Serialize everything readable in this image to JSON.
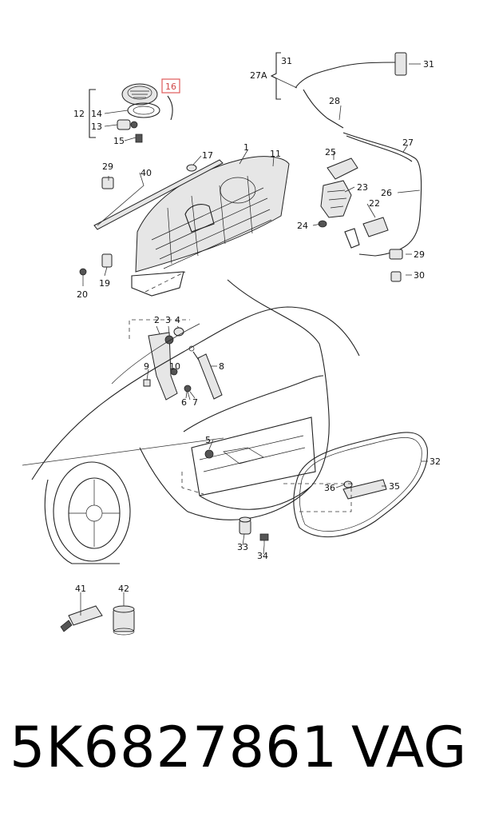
{
  "diagram": {
    "highlight_color": "#e05a5a",
    "callouts": [
      "1",
      "2",
      "3",
      "4",
      "5",
      "6",
      "7",
      "8",
      "9",
      "10",
      "11",
      "12",
      "13",
      "14",
      "15",
      "16",
      "17",
      "19",
      "20",
      "22",
      "23",
      "24",
      "25",
      "26",
      "27",
      "27A",
      "28",
      "29",
      "29",
      "30",
      "31",
      "31",
      "32",
      "33",
      "34",
      "35",
      "36",
      "40",
      "41",
      "42"
    ],
    "highlighted_callout": "16"
  },
  "caption": {
    "part_number": "5K6827861",
    "brand": "VAG"
  }
}
